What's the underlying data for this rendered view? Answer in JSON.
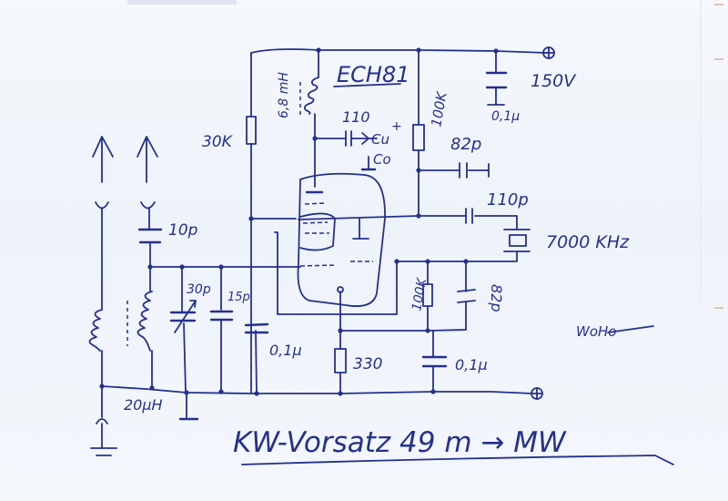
{
  "title": "KW-Vorsatz  49 m → MW",
  "signature": "WoHo",
  "tube": "ECH81",
  "supply": "150V",
  "components": {
    "l_plate": "6,8 mH",
    "r_grid": "30K",
    "c_coupling_top": "110",
    "c_sign_plus": "+",
    "c_label_u": "Cu",
    "c_label_o": "Co",
    "r_anode": "100K",
    "c_supply": "0,1µ",
    "c_82_top": "82p",
    "c_110p": "110p",
    "crystal": "7000 KHz",
    "c_antenna": "10p",
    "c_trim": "30p",
    "c_15p": "15p",
    "c_bypass_left": "0,1µ",
    "r_cathode": "330",
    "r_grid2": "100K",
    "c_82_bottom": "82p",
    "c_bypass_right": "0,1µ",
    "l_input": "20µH"
  },
  "colors": {
    "ink": "#24318c",
    "paper": "#f3f6fb"
  }
}
